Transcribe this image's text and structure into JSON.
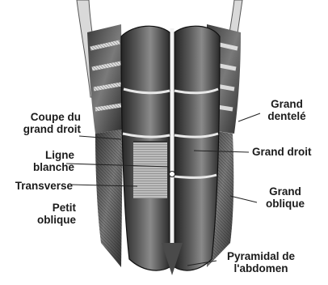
{
  "labels": {
    "coupe_du_grand_droit": [
      "Coupe du",
      "grand droit"
    ],
    "ligne_blanche": [
      "Ligne",
      "blanche"
    ],
    "transverse": [
      "Transverse"
    ],
    "petit_oblique": [
      "Petit",
      "oblique"
    ],
    "grand_dentele": [
      "Grand",
      "dentelé"
    ],
    "grand_droit": [
      "Grand droit"
    ],
    "grand_oblique": [
      "Grand",
      "oblique"
    ],
    "pyramidal_de_labdomen": [
      "Pyramidal de",
      "l'abdomen"
    ]
  },
  "colors": {
    "background": "#ffffff",
    "muscle_dark": "#2c2c2c",
    "muscle_mid": "#5a5a5a",
    "muscle_light": "#9a9a9a",
    "tendon": "#e6e6e6",
    "label_text": "#1b1b1b"
  }
}
